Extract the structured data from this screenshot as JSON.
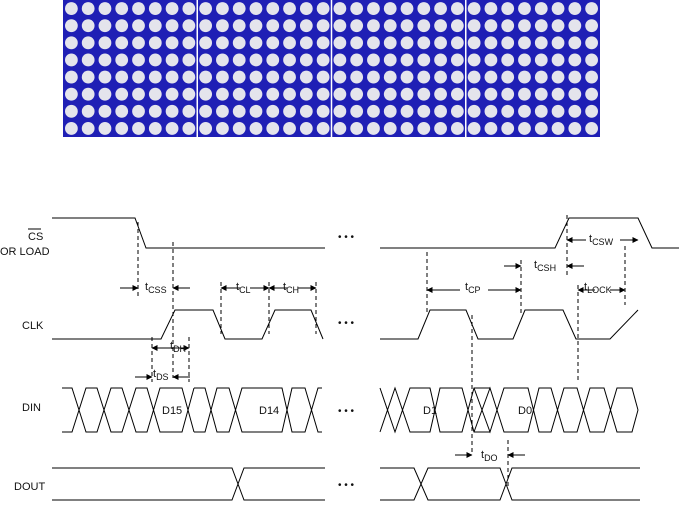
{
  "led_panel": {
    "modules": 4,
    "rows": 8,
    "cols": 8,
    "colors": {
      "background": "#1f1fb5",
      "led": "#e4e4ec",
      "divider": "#ffffff"
    }
  },
  "signals": {
    "cs_bar": "CS",
    "cs_or_load": "OR LOAD",
    "clk": "CLK",
    "din": "DIN",
    "dout": "DOUT"
  },
  "data_bits": {
    "d15": "D15",
    "d14": "D14",
    "d1": "D1",
    "d0": "D0"
  },
  "ellipsis": "• • •",
  "timing_params": {
    "tcss": {
      "t": "t",
      "sub": "CSS"
    },
    "tcl": {
      "t": "t",
      "sub": "CL"
    },
    "tch": {
      "t": "t",
      "sub": "CH"
    },
    "tcp": {
      "t": "t",
      "sub": "CP"
    },
    "tcsh": {
      "t": "t",
      "sub": "CSH"
    },
    "tcsw": {
      "t": "t",
      "sub": "CSW"
    },
    "tlock": {
      "t": "t",
      "sub": "LOCK"
    },
    "tdh": {
      "t": "t",
      "sub": "DH"
    },
    "tds": {
      "t": "t",
      "sub": "DS"
    },
    "tdo": {
      "t": "t",
      "sub": "DO"
    }
  }
}
